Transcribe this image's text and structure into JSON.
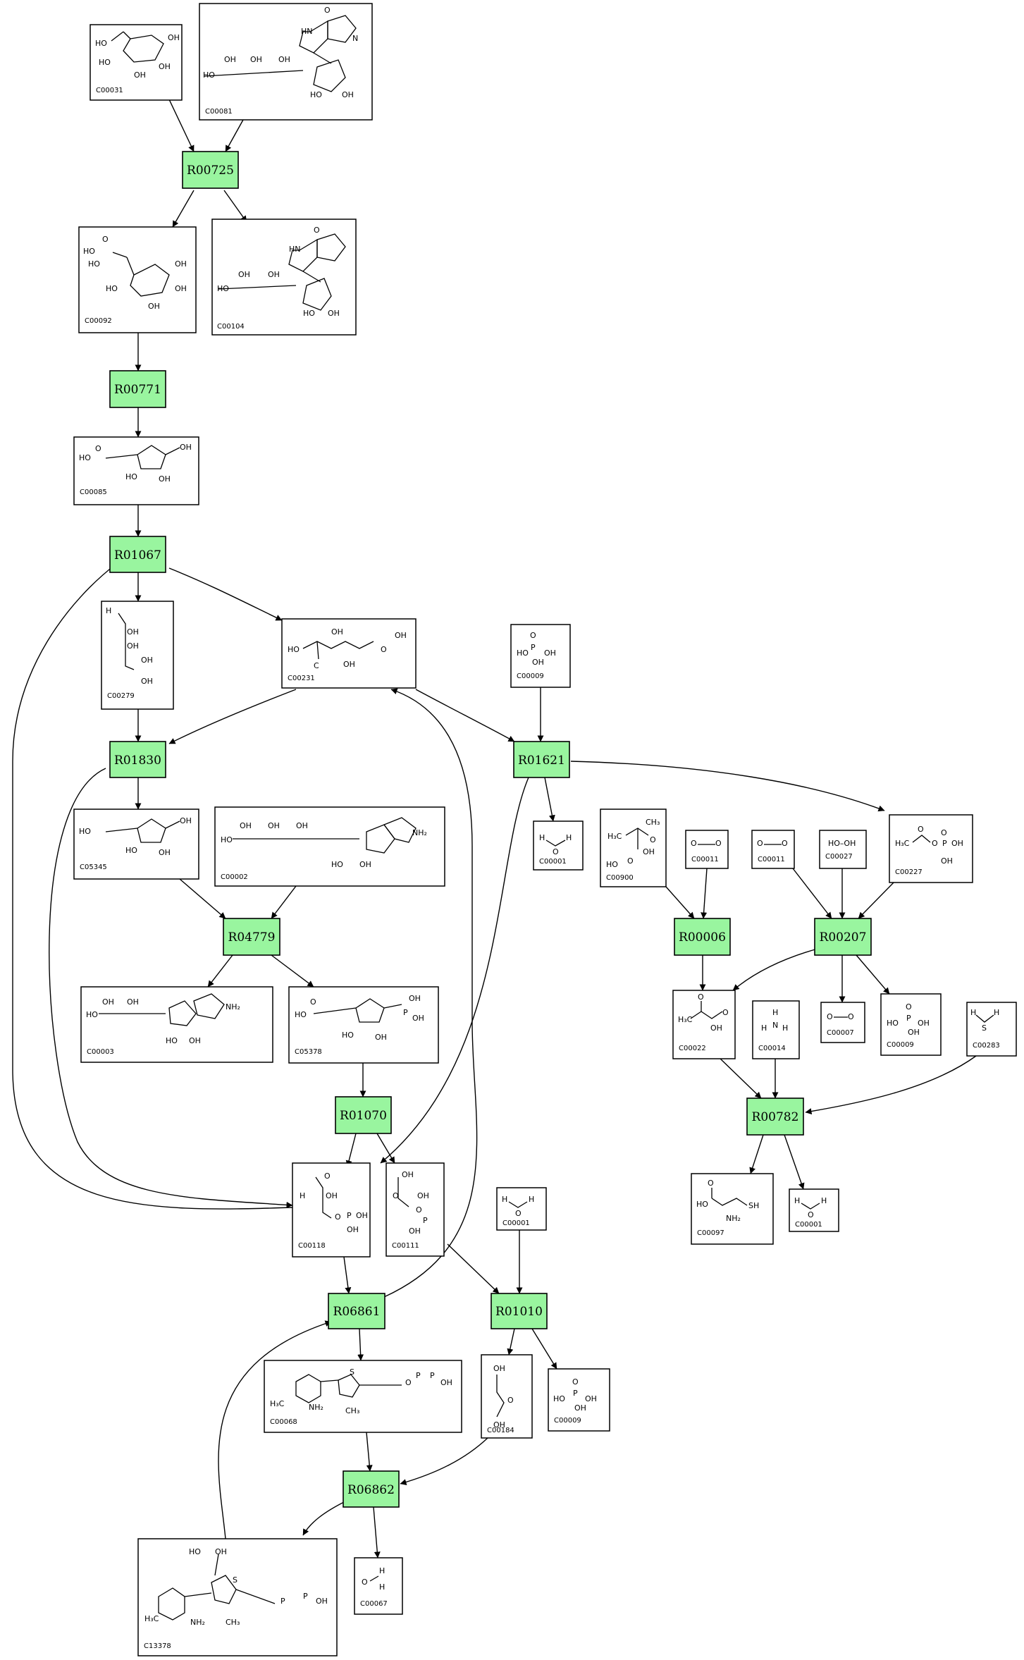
{
  "reactions": [
    {
      "id": "R00725"
    },
    {
      "id": "R00771"
    },
    {
      "id": "R01067"
    },
    {
      "id": "R01830"
    },
    {
      "id": "R01621"
    },
    {
      "id": "R04779"
    },
    {
      "id": "R00006"
    },
    {
      "id": "R00207"
    },
    {
      "id": "R00782"
    },
    {
      "id": "R01070"
    },
    {
      "id": "R06861"
    },
    {
      "id": "R01010"
    },
    {
      "id": "R06862"
    }
  ],
  "compounds": [
    {
      "key": "c00031",
      "label": "C00031"
    },
    {
      "key": "c00081",
      "label": "C00081"
    },
    {
      "key": "c00092",
      "label": "C00092"
    },
    {
      "key": "c00104",
      "label": "C00104"
    },
    {
      "key": "c00085",
      "label": "C00085"
    },
    {
      "key": "c00279",
      "label": "C00279"
    },
    {
      "key": "c00231",
      "label": "C00231"
    },
    {
      "key": "c00009a",
      "label": "C00009"
    },
    {
      "key": "c05345",
      "label": "C05345"
    },
    {
      "key": "c00002",
      "label": "C00002"
    },
    {
      "key": "c00001a",
      "label": "C00001"
    },
    {
      "key": "c00900",
      "label": "C00900"
    },
    {
      "key": "c00011a",
      "label": "C00011"
    },
    {
      "key": "c00011b",
      "label": "C00011"
    },
    {
      "key": "c00027",
      "label": "C00027"
    },
    {
      "key": "c00227",
      "label": "C00227"
    },
    {
      "key": "c00003",
      "label": "C00003"
    },
    {
      "key": "c05378",
      "label": "C05378"
    },
    {
      "key": "c00022",
      "label": "C00022"
    },
    {
      "key": "c00014",
      "label": "C00014"
    },
    {
      "key": "c00007",
      "label": "C00007"
    },
    {
      "key": "c00009b",
      "label": "C00009"
    },
    {
      "key": "c00283",
      "label": "C00283"
    },
    {
      "key": "c00118",
      "label": "C00118"
    },
    {
      "key": "c00111",
      "label": "C00111"
    },
    {
      "key": "c00001b",
      "label": "C00001"
    },
    {
      "key": "c00097",
      "label": "C00097"
    },
    {
      "key": "c00001c",
      "label": "C00001"
    },
    {
      "key": "c00068",
      "label": "C00068"
    },
    {
      "key": "c00184",
      "label": "C00184"
    },
    {
      "key": "c00009c",
      "label": "C00009"
    },
    {
      "key": "c13378",
      "label": "C13378"
    },
    {
      "key": "c00067",
      "label": "C00067"
    }
  ]
}
